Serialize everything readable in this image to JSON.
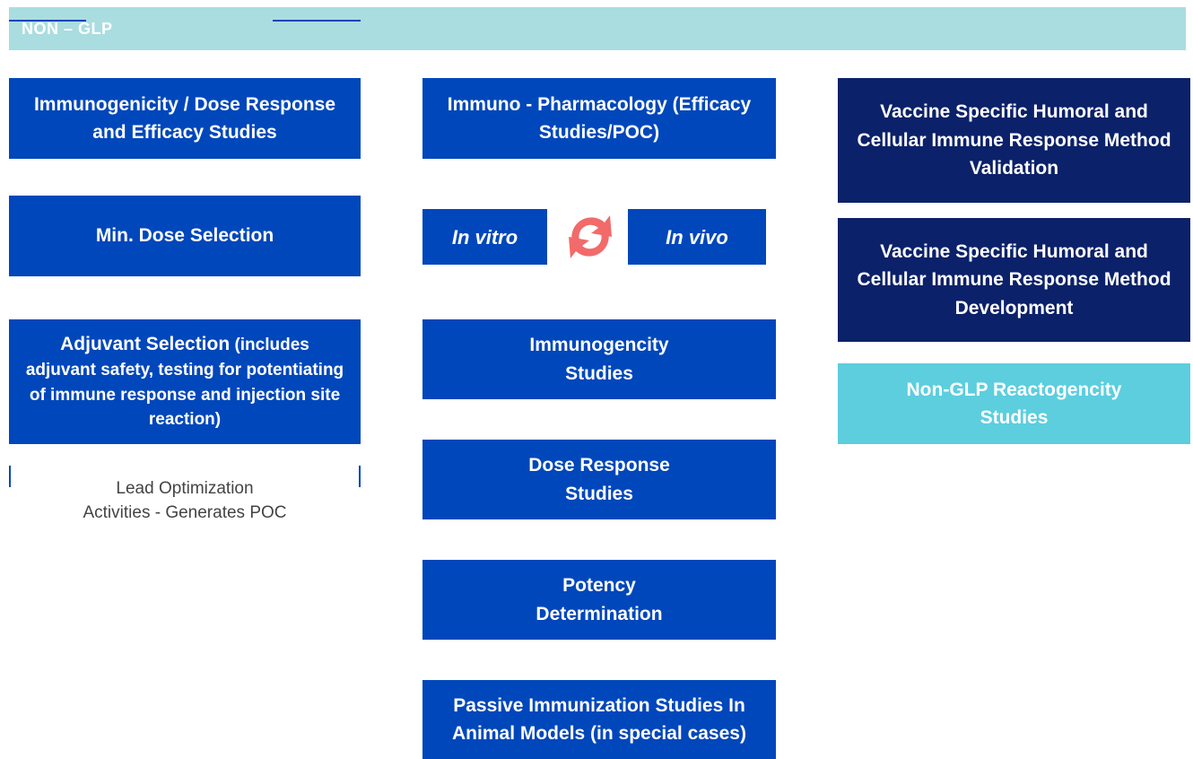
{
  "header": {
    "title": "NON – GLP"
  },
  "left": {
    "boxes": [
      "Immunogenicity / Dose Response and Efficacy Studies",
      "Min. Dose Selection"
    ],
    "adjuvant": {
      "title": "Adjuvant Selection",
      "detail": "(includes adjuvant safety, testing for potentiating of immune response and injection site reaction)"
    },
    "caption_line1": "Lead Optimization",
    "caption_line2": "Activities - Generates POC"
  },
  "middle": {
    "top": "Immuno - Pharmacology (Efficacy Studies/POC)",
    "in_vitro": "In vitro",
    "in_vivo": "In vivo",
    "cycle_icon": "refresh-cycle-icon",
    "boxes": [
      "Immunogencity Studies",
      "Dose Response Studies",
      "Potency Determination",
      "Passive Immunization Studies In Animal Models (in special cases)"
    ]
  },
  "right": {
    "boxes": [
      "Vaccine Specific Humoral and Cellular Immune Response Method Validation",
      "Vaccine Specific Humoral and Cellular Immune Response Method Development",
      "Non-GLP Reactogencity Studies"
    ]
  },
  "colors": {
    "header": "#aadde0",
    "blue": "#0047bb",
    "navy": "#0b2169",
    "teal": "#5ccede",
    "cycle": "#f26a6a"
  }
}
